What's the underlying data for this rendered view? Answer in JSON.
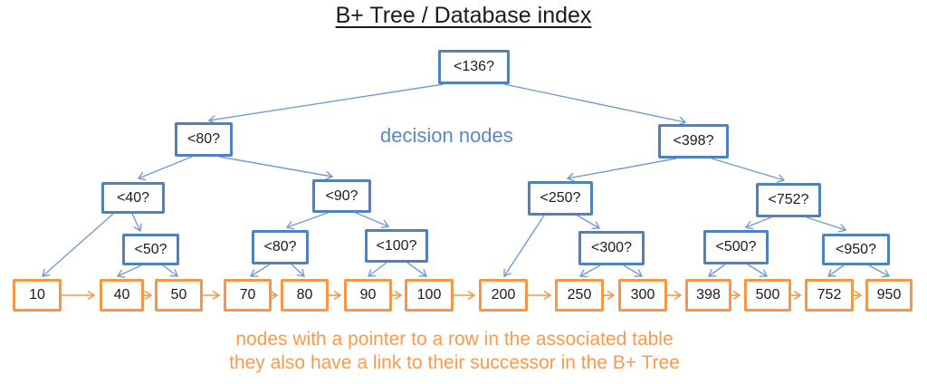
{
  "title": "B+ Tree / Database index",
  "annotations": {
    "decision_nodes_label": "decision nodes",
    "leaf_note_line1": "nodes with a pointer to a row in the associated table",
    "leaf_note_line2": "they also have a link to their successor in the B+ Tree"
  },
  "colors": {
    "decision_border": "#4f81bd",
    "edge_blue": "#739cce",
    "leaf_orange": "#f79646",
    "note_text": "#f89a50",
    "decision_label_text": "#5b87c5"
  },
  "tree": {
    "decision_nodes": [
      {
        "label": "<136?"
      },
      {
        "label": "<80?"
      },
      {
        "label": "<398?"
      },
      {
        "label": "<40?"
      },
      {
        "label": "<90?"
      },
      {
        "label": "<250?"
      },
      {
        "label": "<752?"
      },
      {
        "label": "<50?"
      },
      {
        "label": "<80?"
      },
      {
        "label": "<100?"
      },
      {
        "label": "<300?"
      },
      {
        "label": "<500?"
      },
      {
        "label": "<950?"
      }
    ],
    "leaf_nodes": [
      {
        "label": "10"
      },
      {
        "label": "40"
      },
      {
        "label": "50"
      },
      {
        "label": "70"
      },
      {
        "label": "80"
      },
      {
        "label": "90"
      },
      {
        "label": "100"
      },
      {
        "label": "200"
      },
      {
        "label": "250"
      },
      {
        "label": "300"
      },
      {
        "label": "398"
      },
      {
        "label": "500"
      },
      {
        "label": "752"
      },
      {
        "label": "950"
      }
    ]
  }
}
